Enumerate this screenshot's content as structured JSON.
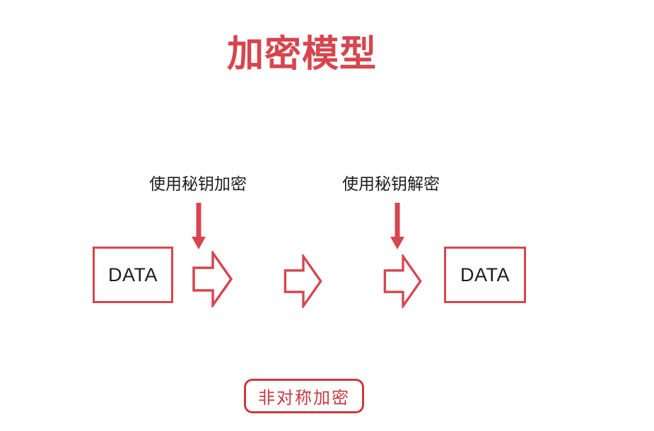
{
  "title": "加密模型",
  "flow": {
    "encrypt_label": "使用秘钥加密",
    "decrypt_label": "使用秘钥解密",
    "source_box": "DATA",
    "result_box": "DATA"
  },
  "badge": {
    "label": "非对称加密"
  },
  "colors": {
    "red": "#d5464f",
    "badge-red": "#c63b40",
    "ink": "#1d1d1f"
  }
}
